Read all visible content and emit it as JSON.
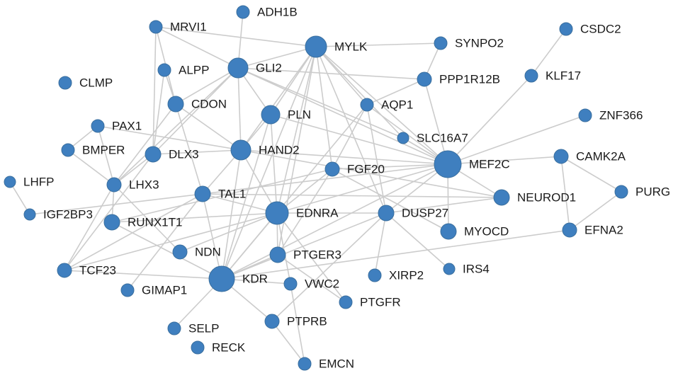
{
  "colors": {
    "node": "#3f7fbf",
    "edge": "#cccccc",
    "label": "#1a1a1a",
    "background": "#ffffff"
  },
  "nodes": [
    {
      "id": "ADH1B",
      "label": "ADH1B"
    },
    {
      "id": "MRVI1",
      "label": "MRVI1"
    },
    {
      "id": "MYLK",
      "label": "MYLK"
    },
    {
      "id": "SYNPO2",
      "label": "SYNPO2"
    },
    {
      "id": "CSDC2",
      "label": "CSDC2"
    },
    {
      "id": "ALPP",
      "label": "ALPP"
    },
    {
      "id": "GLI2",
      "label": "GLI2"
    },
    {
      "id": "PPP1R12B",
      "label": "PPP1R12B"
    },
    {
      "id": "KLF17",
      "label": "KLF17"
    },
    {
      "id": "CLMP",
      "label": "CLMP"
    },
    {
      "id": "CDON",
      "label": "CDON"
    },
    {
      "id": "PLN",
      "label": "PLN"
    },
    {
      "id": "AQP1",
      "label": "AQP1"
    },
    {
      "id": "ZNF366",
      "label": "ZNF366"
    },
    {
      "id": "PAX1",
      "label": "PAX1"
    },
    {
      "id": "SLC16A7",
      "label": "SLC16A7"
    },
    {
      "id": "BMPER",
      "label": "BMPER"
    },
    {
      "id": "DLX3",
      "label": "DLX3"
    },
    {
      "id": "HAND2",
      "label": "HAND2"
    },
    {
      "id": "MEF2C",
      "label": "MEF2C"
    },
    {
      "id": "CAMK2A",
      "label": "CAMK2A"
    },
    {
      "id": "FGF20",
      "label": "FGF20"
    },
    {
      "id": "LHFP",
      "label": "LHFP"
    },
    {
      "id": "LHX3",
      "label": "LHX3"
    },
    {
      "id": "TAL1",
      "label": "TAL1"
    },
    {
      "id": "PURG",
      "label": "PURG"
    },
    {
      "id": "NEUROD1",
      "label": "NEUROD1"
    },
    {
      "id": "IGF2BP3",
      "label": "IGF2BP3"
    },
    {
      "id": "EDNRA",
      "label": "EDNRA"
    },
    {
      "id": "DUSP27",
      "label": "DUSP27"
    },
    {
      "id": "RUNX1T1",
      "label": "RUNX1T1"
    },
    {
      "id": "EFNA2",
      "label": "EFNA2"
    },
    {
      "id": "MYOCD",
      "label": "MYOCD"
    },
    {
      "id": "NDN",
      "label": "NDN"
    },
    {
      "id": "PTGER3",
      "label": "PTGER3"
    },
    {
      "id": "TCF23",
      "label": "TCF23"
    },
    {
      "id": "XIRP2",
      "label": "XIRP2"
    },
    {
      "id": "IRS4",
      "label": "IRS4"
    },
    {
      "id": "KDR",
      "label": "KDR"
    },
    {
      "id": "VWC2",
      "label": "VWC2"
    },
    {
      "id": "GIMAP1",
      "label": "GIMAP1"
    },
    {
      "id": "PTGFR",
      "label": "PTGFR"
    },
    {
      "id": "SELP",
      "label": "SELP"
    },
    {
      "id": "PTPRB",
      "label": "PTPRB"
    },
    {
      "id": "RECK",
      "label": "RECK"
    },
    {
      "id": "EMCN",
      "label": "EMCN"
    }
  ],
  "edges": [
    [
      "ADH1B",
      "GLI2"
    ],
    [
      "MRVI1",
      "MYLK"
    ],
    [
      "MRVI1",
      "GLI2"
    ],
    [
      "MRVI1",
      "CDON"
    ],
    [
      "MRVI1",
      "DLX3"
    ],
    [
      "MYLK",
      "SYNPO2"
    ],
    [
      "MYLK",
      "GLI2"
    ],
    [
      "MYLK",
      "PLN"
    ],
    [
      "MYLK",
      "HAND2"
    ],
    [
      "MYLK",
      "EDNRA"
    ],
    [
      "MYLK",
      "KDR"
    ],
    [
      "MYLK",
      "MEF2C"
    ],
    [
      "MYLK",
      "AQP1"
    ],
    [
      "MYLK",
      "SLC16A7"
    ],
    [
      "MYLK",
      "PTGER3"
    ],
    [
      "MYLK",
      "DUSP27"
    ],
    [
      "MYLK",
      "FGF20"
    ],
    [
      "SYNPO2",
      "PPP1R12B"
    ],
    [
      "PPP1R12B",
      "AQP1"
    ],
    [
      "PPP1R12B",
      "MEF2C"
    ],
    [
      "CSDC2",
      "KLF17"
    ],
    [
      "KLF17",
      "MEF2C"
    ],
    [
      "ALPP",
      "CDON"
    ],
    [
      "ALPP",
      "DLX3"
    ],
    [
      "GLI2",
      "CDON"
    ],
    [
      "GLI2",
      "PLN"
    ],
    [
      "GLI2",
      "HAND2"
    ],
    [
      "GLI2",
      "MEF2C"
    ],
    [
      "GLI2",
      "SLC16A7"
    ],
    [
      "GLI2",
      "DLX3"
    ],
    [
      "GLI2",
      "LHX3"
    ],
    [
      "GLI2",
      "PPP1R12B"
    ],
    [
      "CDON",
      "TAL1"
    ],
    [
      "CDON",
      "LHX3"
    ],
    [
      "CDON",
      "HAND2"
    ],
    [
      "PLN",
      "EDNRA"
    ],
    [
      "PLN",
      "KDR"
    ],
    [
      "PLN",
      "MEF2C"
    ],
    [
      "PLN",
      "HAND2"
    ],
    [
      "AQP1",
      "FGF20"
    ],
    [
      "AQP1",
      "KDR"
    ],
    [
      "AQP1",
      "DUSP27"
    ],
    [
      "AQP1",
      "MEF2C"
    ],
    [
      "ZNF366",
      "MEF2C"
    ],
    [
      "PAX1",
      "BMPER"
    ],
    [
      "PAX1",
      "HAND2"
    ],
    [
      "PAX1",
      "LHX3"
    ],
    [
      "BMPER",
      "LHX3"
    ],
    [
      "SLC16A7",
      "MEF2C"
    ],
    [
      "DLX3",
      "HAND2"
    ],
    [
      "DLX3",
      "LHX3"
    ],
    [
      "DLX3",
      "TCF23"
    ],
    [
      "HAND2",
      "MEF2C"
    ],
    [
      "HAND2",
      "EDNRA"
    ],
    [
      "HAND2",
      "KDR"
    ],
    [
      "HAND2",
      "NEUROD1"
    ],
    [
      "HAND2",
      "TAL1"
    ],
    [
      "MEF2C",
      "CAMK2A"
    ],
    [
      "MEF2C",
      "NEUROD1"
    ],
    [
      "MEF2C",
      "FGF20"
    ],
    [
      "MEF2C",
      "EDNRA"
    ],
    [
      "MEF2C",
      "DUSP27"
    ],
    [
      "MEF2C",
      "MYOCD"
    ],
    [
      "MEF2C",
      "KDR"
    ],
    [
      "MEF2C",
      "TAL1"
    ],
    [
      "CAMK2A",
      "PURG"
    ],
    [
      "CAMK2A",
      "EFNA2"
    ],
    [
      "PURG",
      "EFNA2"
    ],
    [
      "FGF20",
      "EDNRA"
    ],
    [
      "FGF20",
      "RUNX1T1"
    ],
    [
      "FGF20",
      "MYOCD"
    ],
    [
      "FGF20",
      "PTGER3"
    ],
    [
      "LHFP",
      "IGF2BP3"
    ],
    [
      "LHX3",
      "TCF23"
    ],
    [
      "LHX3",
      "RUNX1T1"
    ],
    [
      "LHX3",
      "NDN"
    ],
    [
      "TAL1",
      "IGF2BP3"
    ],
    [
      "TAL1",
      "EDNRA"
    ],
    [
      "TAL1",
      "KDR"
    ],
    [
      "TAL1",
      "TCF23"
    ],
    [
      "TAL1",
      "NEUROD1"
    ],
    [
      "TAL1",
      "GIMAP1"
    ],
    [
      "EDNRA",
      "KDR"
    ],
    [
      "EDNRA",
      "PTGER3"
    ],
    [
      "EDNRA",
      "RUNX1T1"
    ],
    [
      "EDNRA",
      "NDN"
    ],
    [
      "EDNRA",
      "VWC2"
    ],
    [
      "EDNRA",
      "PTGFR"
    ],
    [
      "EDNRA",
      "TCF23"
    ],
    [
      "EDNRA",
      "DUSP27"
    ],
    [
      "DUSP27",
      "KDR"
    ],
    [
      "DUSP27",
      "XIRP2"
    ],
    [
      "DUSP27",
      "IRS4"
    ],
    [
      "DUSP27",
      "PTPRB"
    ],
    [
      "NEUROD1",
      "DUSP27"
    ],
    [
      "EFNA2",
      "KDR"
    ],
    [
      "RUNX1T1",
      "KDR"
    ],
    [
      "KDR",
      "PTGER3"
    ],
    [
      "KDR",
      "SELP"
    ],
    [
      "KDR",
      "PTPRB"
    ],
    [
      "KDR",
      "VWC2"
    ],
    [
      "KDR",
      "TCF23"
    ],
    [
      "PTGER3",
      "PTGFR"
    ],
    [
      "PTPRB",
      "EMCN"
    ],
    [
      "VWC2",
      "EMCN"
    ]
  ]
}
